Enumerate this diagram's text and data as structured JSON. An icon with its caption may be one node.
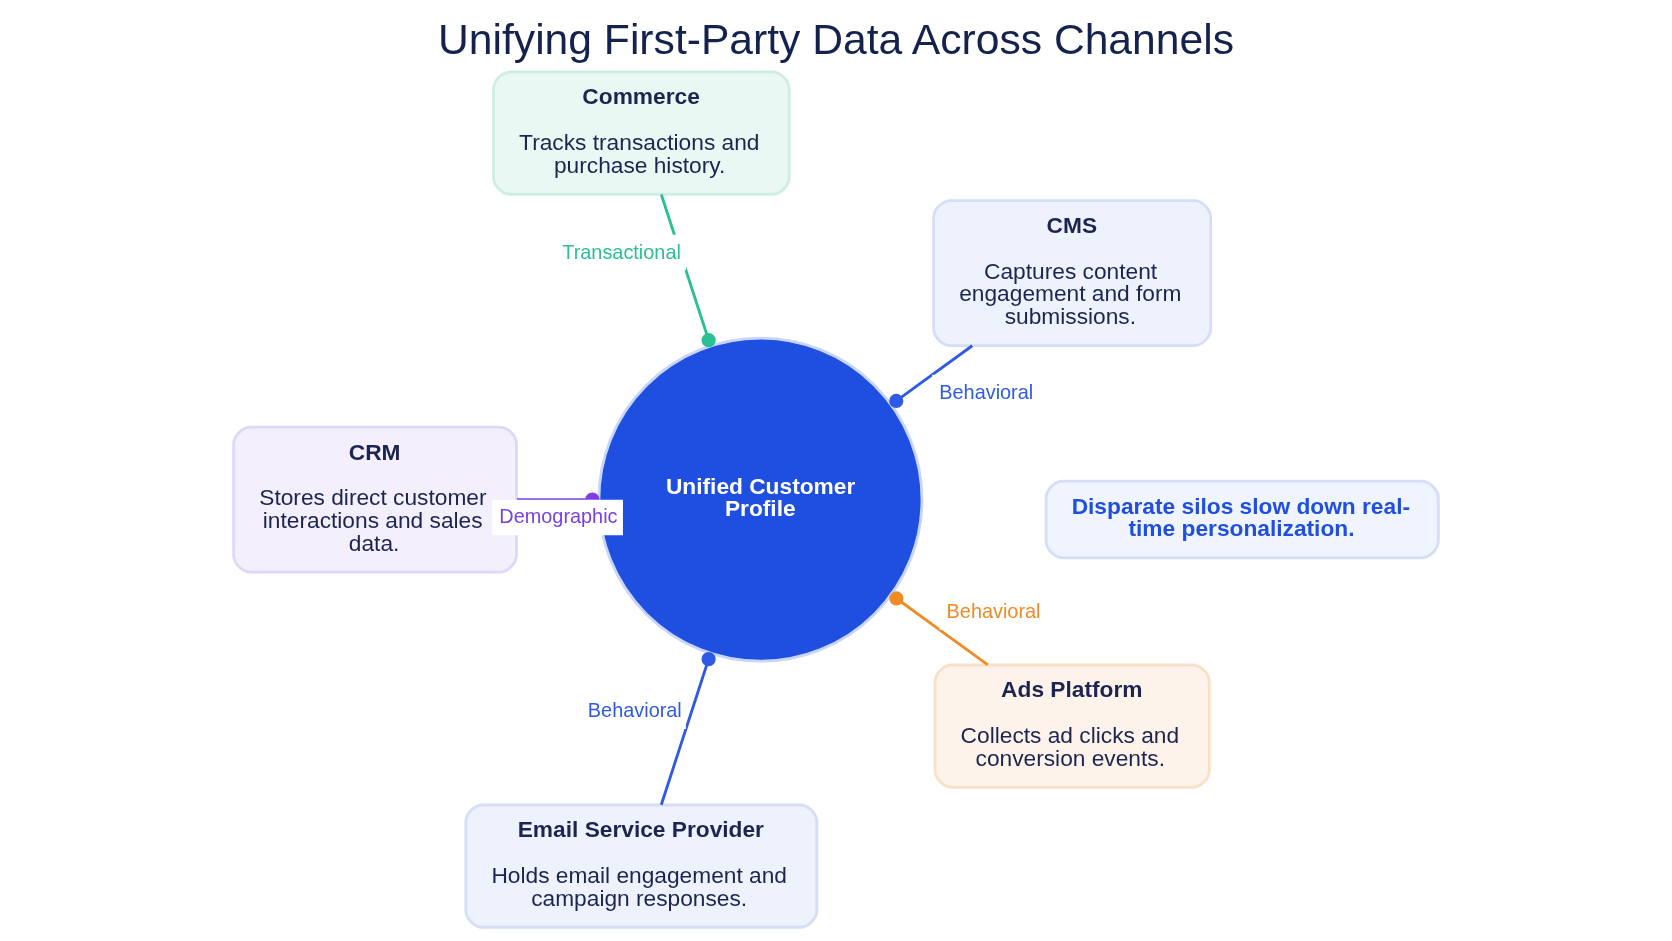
{
  "diagram": {
    "title": "Unifying First-Party Data Across Channels",
    "nodes": [
      {
        "text": [
          "Unified Customer Profile"
        ]
      },
      {
        "text": [
          "CMS",
          "Captures content engagement and form submissions."
        ]
      },
      {
        "text": [
          "Commerce",
          "Tracks transactions and purchase history."
        ]
      },
      {
        "text": [
          "CRM",
          "Stores direct customer interactions and sales data."
        ]
      },
      {
        "text": [
          "Email Service Provider",
          "Holds email engagement and campaign responses."
        ]
      },
      {
        "text": [
          "Ads Platform",
          "Collects ad clicks and conversion events."
        ]
      },
      {
        "text": [
          "Disparate silos slow down real-time personalization."
        ]
      }
    ],
    "edges": [
      {
        "from": 1,
        "to": 0,
        "arrow": "other",
        "label": "Behavioral"
      },
      {
        "from": 2,
        "to": 0,
        "arrow": "other",
        "label": "Transactional",
        "color": "#2bbf94"
      },
      {
        "from": 3,
        "to": 0,
        "arrow": "other",
        "label": "Demographic",
        "color": "#7b3fe4"
      },
      {
        "from": 4,
        "to": 0,
        "arrow": "other",
        "label": "Behavioral"
      },
      {
        "from": 5,
        "to": 0,
        "arrow": "other",
        "label": "Behavioral",
        "color": "#f08a24"
      }
    ]
  }
}
